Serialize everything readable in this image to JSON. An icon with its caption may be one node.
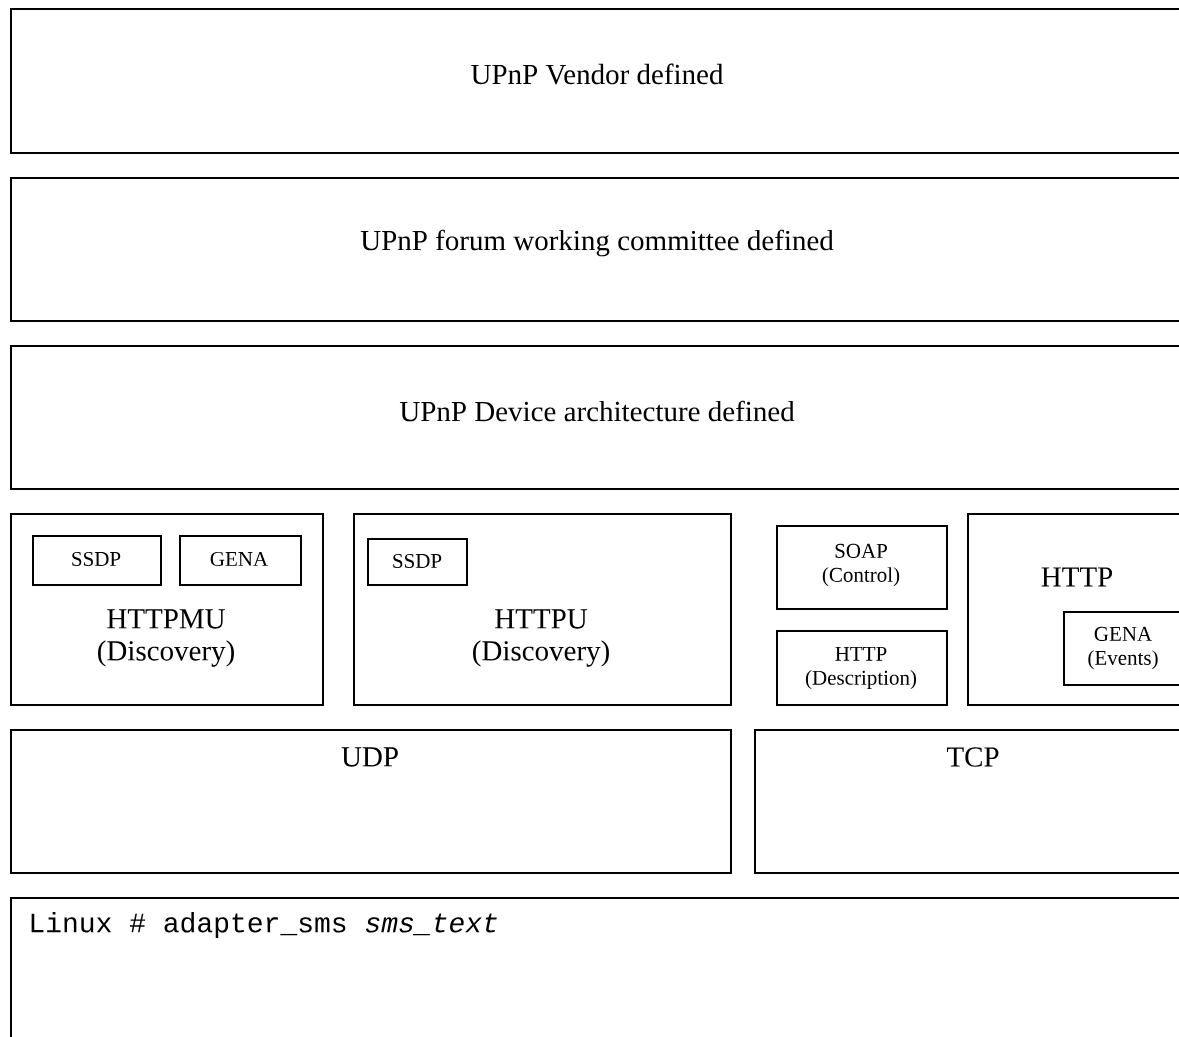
{
  "diagram": {
    "nodes": [
      {
        "text": [
          "UPnP Vendor defined"
        ]
      },
      {
        "text": [
          "UPnP forum working committee defined"
        ]
      },
      {
        "text": [
          "UPnP Device architecture defined"
        ]
      },
      {
        "text": [
          "HTTPMU (Discovery)"
        ]
      },
      {
        "text": [
          "SSDP"
        ],
        "in": 3
      },
      {
        "text": [
          "GENA"
        ],
        "in": 3
      },
      {
        "text": [
          "HTTPU (Discovery)"
        ]
      },
      {
        "text": [
          "SSDP"
        ],
        "in": 6
      },
      {
        "text": [
          "SOAP (Control)"
        ]
      },
      {
        "text": [
          "HTTP (Description)"
        ]
      },
      {
        "text": [
          "HTTP"
        ]
      },
      {
        "text": [
          "GENA (Events)"
        ],
        "in": 10
      },
      {
        "text": [
          "UDP"
        ]
      },
      {
        "text": [
          "TCP"
        ]
      },
      {
        "text": [
          "Linux # adapter_sms *sms_text*"
        ]
      }
    ]
  }
}
